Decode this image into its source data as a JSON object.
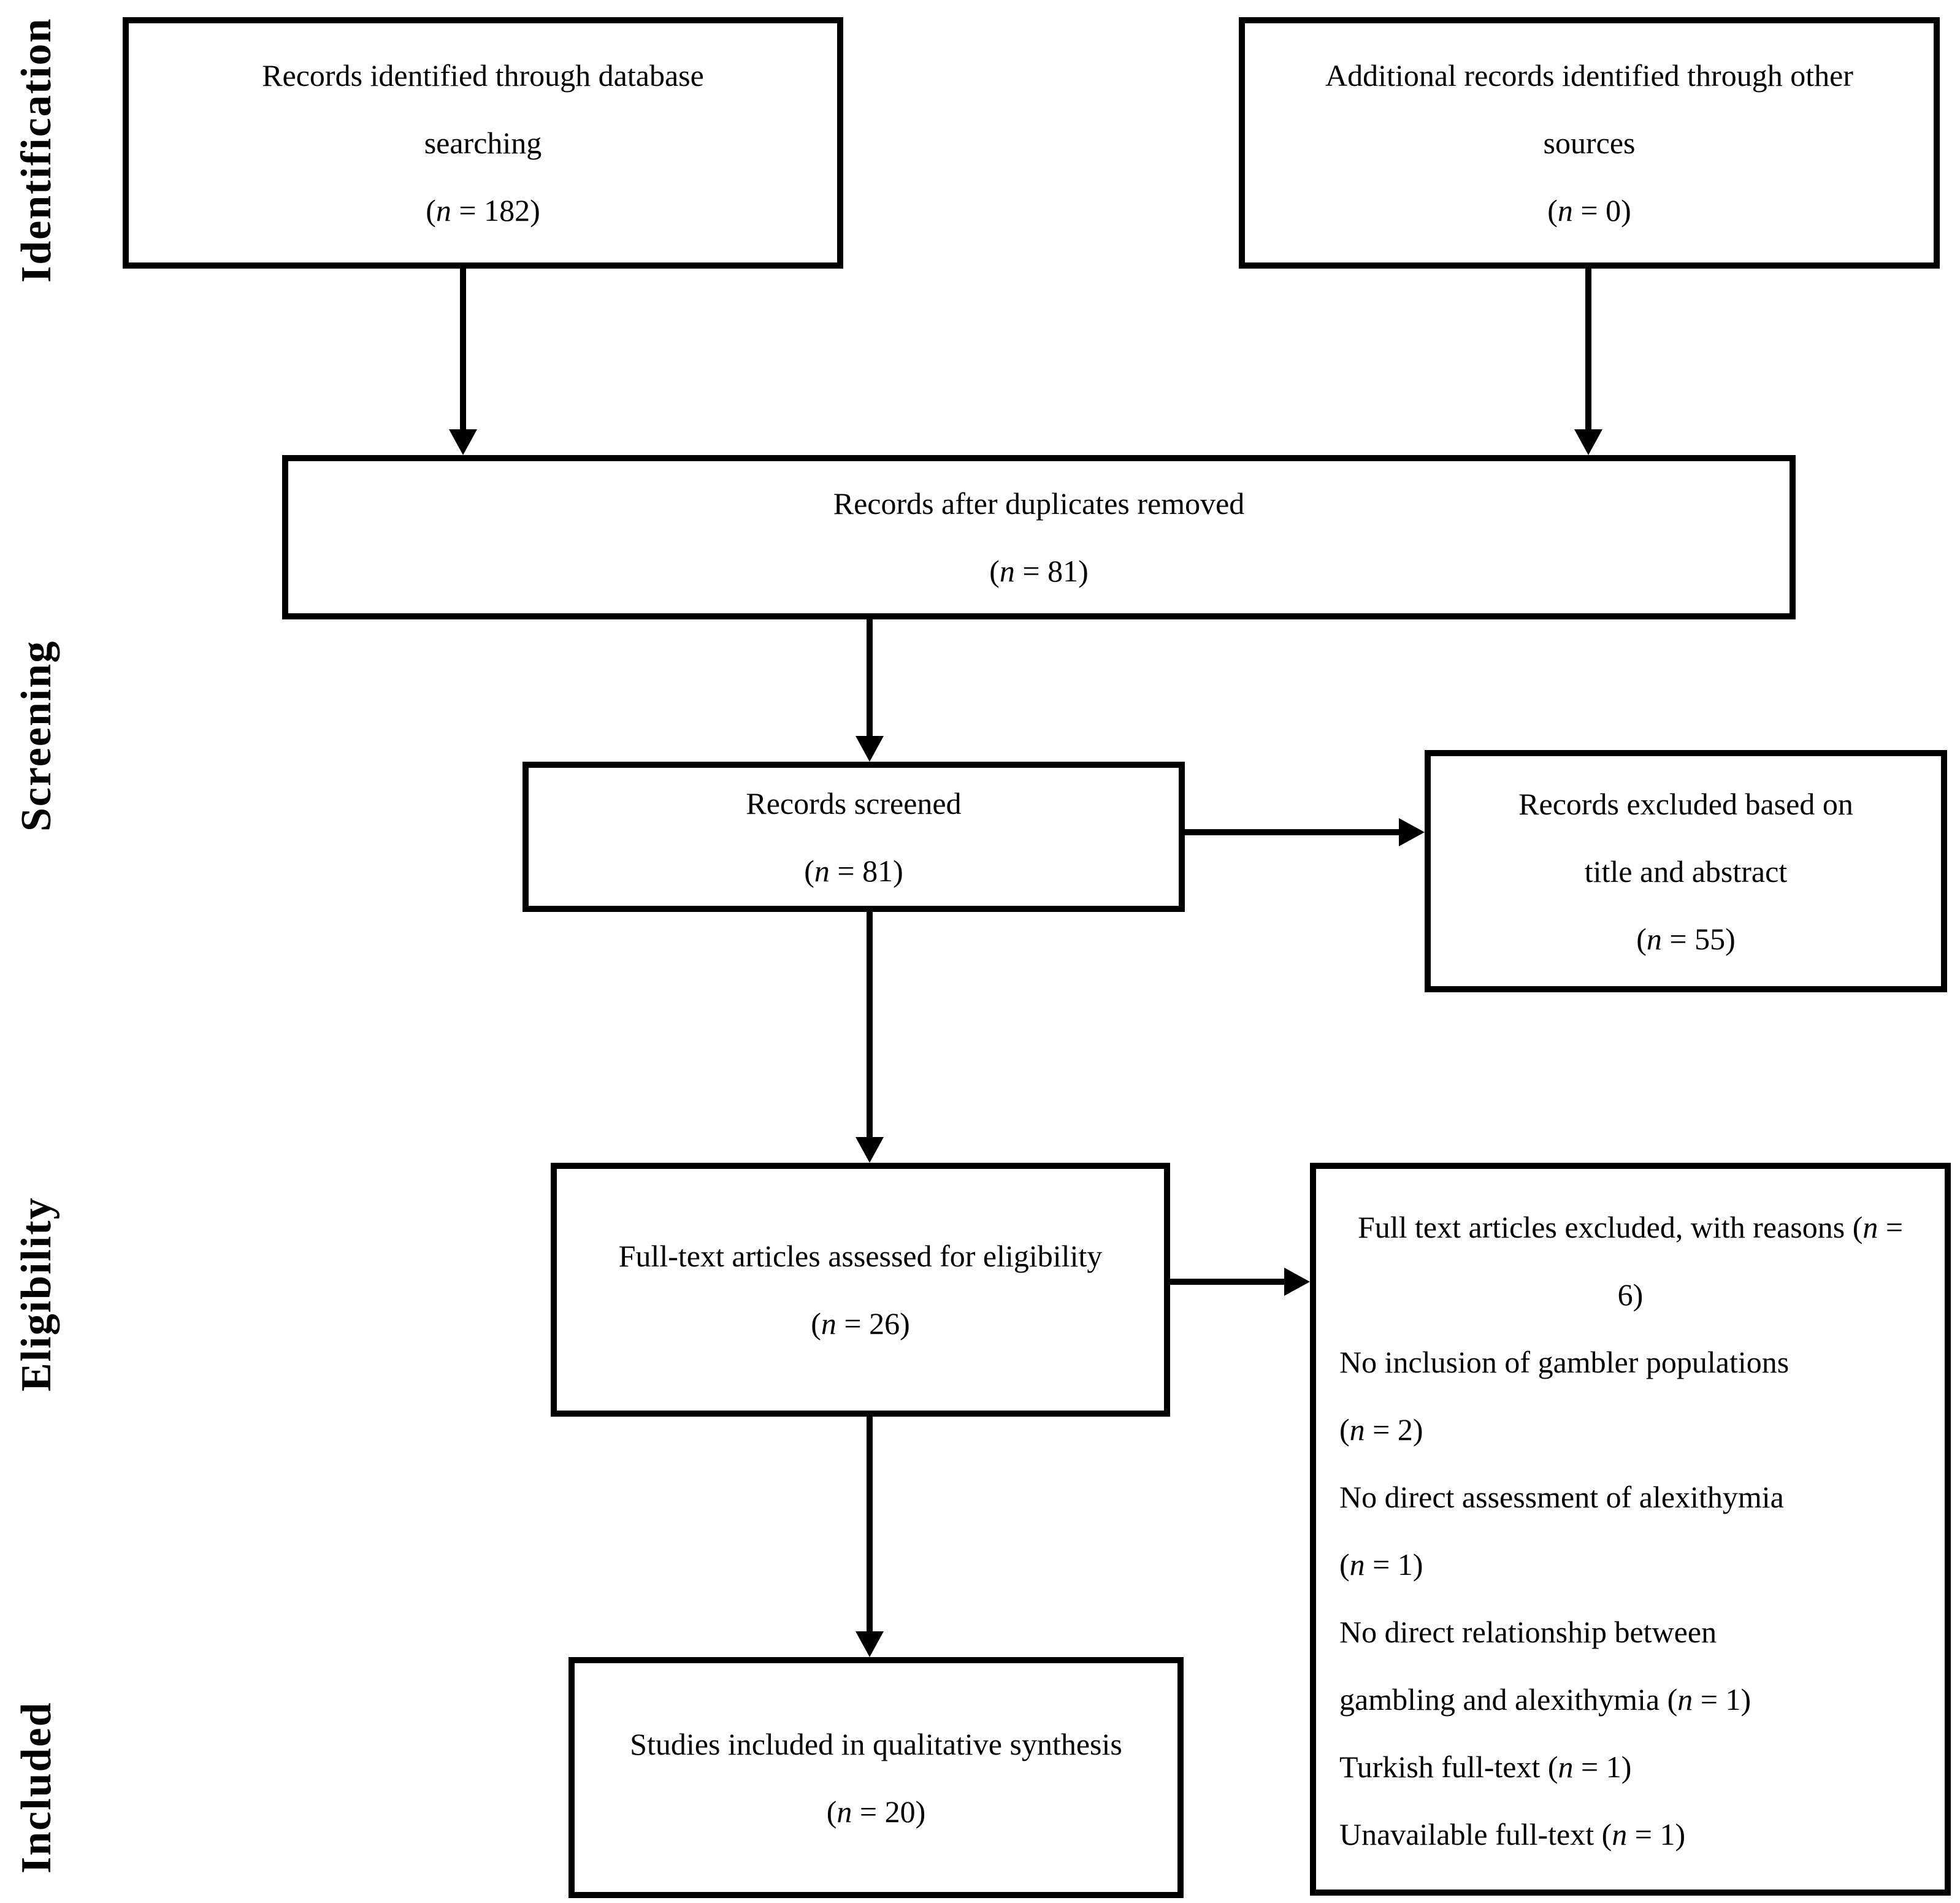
{
  "colors": {
    "background": "#ffffff",
    "border": "#000000",
    "text": "#000000"
  },
  "stages": [
    {
      "label": "Identification"
    },
    {
      "label": "Screening"
    },
    {
      "label": "Eligibility"
    },
    {
      "label": "Included"
    }
  ],
  "boxes": {
    "db_search": {
      "text": "Records identified through database searching",
      "count": "(n = 182)"
    },
    "other_sources": {
      "text": "Additional records identified through other sources",
      "count": "(n = 0)"
    },
    "after_duplicates": {
      "text": "Records after duplicates removed",
      "count": "(n = 81)"
    },
    "screened": {
      "text": "Records screened",
      "count": "(n = 81)"
    },
    "excluded_title_abstract": {
      "text": "Records excluded based on title and abstract",
      "count": "(n = 55)"
    },
    "fulltext_assessed": {
      "text": "Full-text articles assessed for eligibility",
      "count": "(n = 26)"
    },
    "fulltext_excluded": {
      "heading": "Full text articles excluded, with reasons (n = 6)",
      "reasons": [
        "No inclusion of gambler populations (n = 2)",
        "No direct assessment of alexithymia (n = 1)",
        "No direct relationship between gambling and alexithymia (n = 1)",
        "Turkish full-text (n = 1)",
        "Unavailable full-text (n = 1)"
      ]
    },
    "included_synthesis": {
      "text": "Studies included in qualitative synthesis",
      "count": "(n = 20)"
    }
  }
}
